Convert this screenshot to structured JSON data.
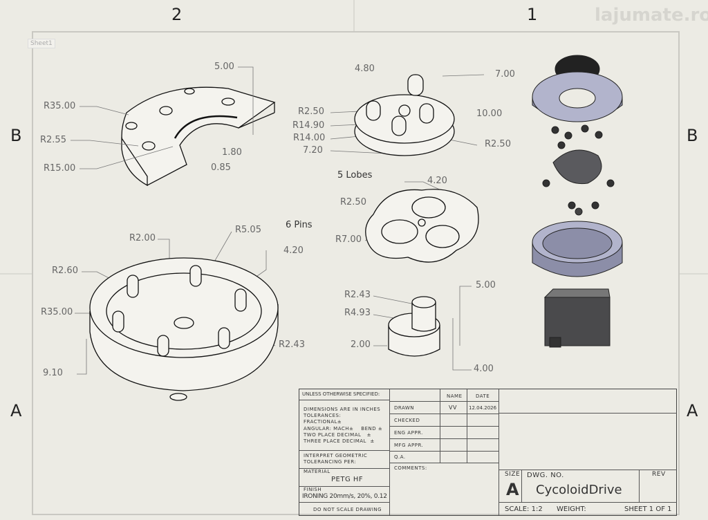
{
  "zones": {
    "col_left": "2",
    "col_right": "1",
    "row_top": "B",
    "row_bottom": "A"
  },
  "sheet_tab": "Sheet1",
  "views": {
    "ring_segment": {
      "dims": [
        "5.00",
        "R35.00",
        "R2.55",
        "R15.00",
        "1.80",
        "0.85"
      ]
    },
    "pin_carrier": {
      "dims": [
        "4.80",
        "7.00",
        "R2.50",
        "R14.90",
        "R14.00",
        "7.20",
        "10.00",
        "R2.50"
      ]
    },
    "cycloid_disc": {
      "note": "5 Lobes",
      "dims": [
        "4.20",
        "R2.50",
        "R7.00"
      ]
    },
    "housing": {
      "note": "6 Pins",
      "dims": [
        "R2.00",
        "R5.05",
        "4.20",
        "R2.60",
        "R35.00",
        "R2.43",
        "9.10"
      ]
    },
    "shaft": {
      "dims": [
        "R2.43",
        "5.00",
        "R4.93",
        "2.00",
        "4.00"
      ]
    }
  },
  "title_block": {
    "unless": "UNLESS OTHERWISE SPECIFIED:",
    "tolerances": [
      "DIMENSIONS ARE IN INCHES",
      "TOLERANCES:",
      "FRACTIONAL±",
      "ANGULAR: MACH±    BEND ±",
      "TWO PLACE DECIMAL   ±",
      "THREE PLACE DECIMAL  ±"
    ],
    "interpret": [
      "INTERPRET GEOMETRIC",
      "TOLERANCING PER:"
    ],
    "material_label": "MATERIAL",
    "material": "PETG HF",
    "finish_label": "FINISH",
    "finish": "IRONING 20mm/s, 20%, 0.12",
    "do_not_scale": "DO NOT SCALE DRAWING",
    "name_header": "NAME",
    "date_header": "DATE",
    "rows": [
      "DRAWN",
      "CHECKED",
      "ENG APPR.",
      "MFG APPR.",
      "Q.A.",
      "COMMENTS:"
    ],
    "drawn_name": "VV",
    "drawn_date": "12.04.2026",
    "size_label": "SIZE",
    "size": "A",
    "dwg_no_label": "DWG. NO.",
    "dwg_no": "CycoloidDrive",
    "rev_label": "REV",
    "scale": "SCALE: 1:2",
    "weight": "WEIGHT:",
    "sheet": "SHEET 1 OF 1"
  },
  "watermark": "lajumate.ro"
}
